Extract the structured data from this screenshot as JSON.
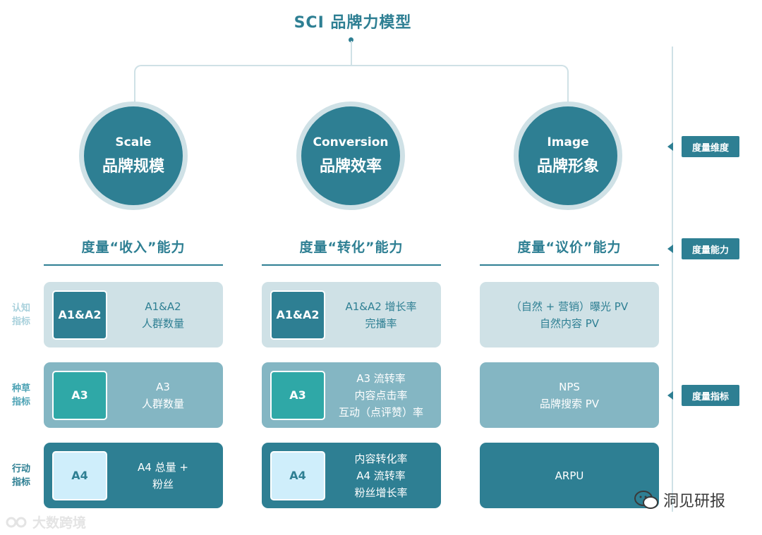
{
  "title": "SCI 品牌力模型",
  "pillars": [
    {
      "en": "Scale",
      "zh": "品牌规模",
      "ability": "度量“收入”能力"
    },
    {
      "en": "Conversion",
      "zh": "品牌效率",
      "ability": "度量“转化”能力"
    },
    {
      "en": "Image",
      "zh": "品牌形象",
      "ability": "度量“议价”能力"
    }
  ],
  "row_labels": [
    {
      "line1": "认知",
      "line2": "指标",
      "color": "#a9d1dc"
    },
    {
      "line1": "种草",
      "line2": "指标",
      "color": "#4ea3b5"
    },
    {
      "line1": "行动",
      "line2": "指标",
      "color": "#2e7f93"
    }
  ],
  "cards": {
    "scale": [
      {
        "badge": "A1&A2",
        "lines": [
          "A1&A2",
          "人群数量"
        ]
      },
      {
        "badge": "A3",
        "lines": [
          "A3",
          "人群数量"
        ]
      },
      {
        "badge": "A4",
        "lines": [
          "A4 总量 +",
          "粉丝"
        ]
      }
    ],
    "conversion": [
      {
        "badge": "A1&A2",
        "lines": [
          "A1&A2 增长率",
          "完播率"
        ]
      },
      {
        "badge": "A3",
        "lines": [
          "A3 流转率",
          "内容点击率",
          "互动（点评赞）率"
        ]
      },
      {
        "badge": "A4",
        "lines": [
          "内容转化率",
          "A4 流转率",
          "粉丝增长率"
        ]
      }
    ],
    "image": [
      {
        "lines": [
          "（自然 + 营销）曝光 PV",
          "自然内容 PV"
        ]
      },
      {
        "lines": [
          "NPS",
          "品牌搜索 PV"
        ]
      },
      {
        "lines": [
          "ARPU"
        ]
      }
    ]
  },
  "side_tags": [
    "度量维度",
    "度量能力",
    "度量指标"
  ],
  "watermarks": {
    "left": "大数跨境",
    "right": "洞见研报"
  },
  "colors": {
    "primary": "#2e7f93",
    "light": "#cfe1e6",
    "mid": "#84b6c3",
    "teal": "#2fa8a7",
    "pale_badge": "#cfeefb"
  }
}
